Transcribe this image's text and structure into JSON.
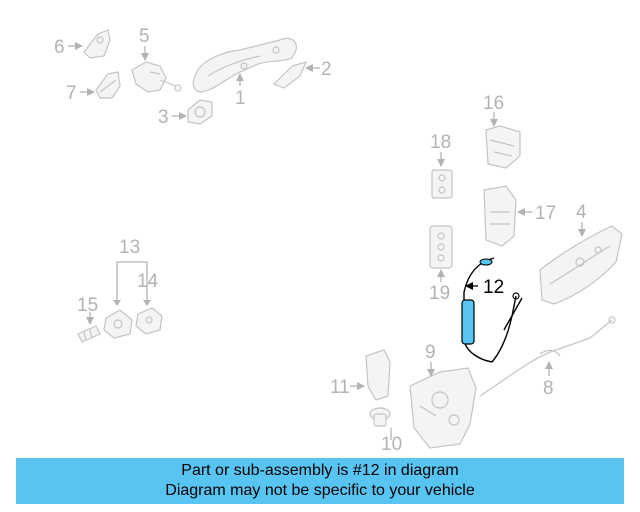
{
  "diagram": {
    "callouts": {
      "c1": "1",
      "c2": "2",
      "c3": "3",
      "c4": "4",
      "c5": "5",
      "c6": "6",
      "c7": "7",
      "c8": "8",
      "c9": "9",
      "c10": "10",
      "c11": "11",
      "c12": "12",
      "c13": "13",
      "c14": "14",
      "c15": "15",
      "c16": "16",
      "c17": "17",
      "c18": "18",
      "c19": "19"
    },
    "highlighted_part": "12",
    "highlight_color": "#57c4f2",
    "part_color": "#c4c4c4"
  },
  "banner": {
    "line1": "Part or sub-assembly is #12 in diagram",
    "line2": "Diagram may not be specific to your vehicle"
  },
  "icons": [
    "arrow-icon"
  ]
}
